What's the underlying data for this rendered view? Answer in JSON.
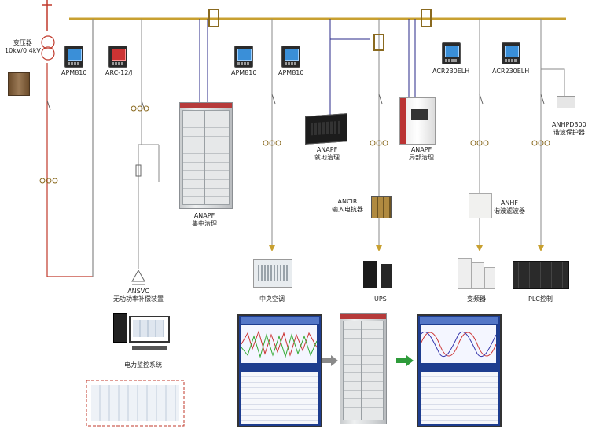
{
  "colors": {
    "bus": "#c8a030",
    "line": "#777777",
    "control": "#2a2a8a",
    "feed": "#c0392b",
    "arrow_gray": "#8a8a8a",
    "arrow_green": "#2e9b3a"
  },
  "transformer": {
    "label_line1": "变压器",
    "label_line2": "10kV/0.4kV"
  },
  "meters": {
    "apm810_a": "APM810",
    "arc12j": "ARC-12/J",
    "apm810_b": "APM810",
    "apm810_c": "APM810",
    "acr230_a": "ACR230ELH",
    "acr230_b": "ACR230ELH"
  },
  "devices": {
    "anapf_central": {
      "line1": "ANAPF",
      "line2": "集中治理"
    },
    "anapf_local": {
      "line1": "ANAPF",
      "line2": "就地治理"
    },
    "anapf_partial": {
      "line1": "ANAPF",
      "line2": "局部治理"
    },
    "ancir": {
      "line1": "ANCIR",
      "line2": "输入电抗器"
    },
    "anhf": {
      "line1": "ANHF",
      "line2": "谐波滤波器"
    },
    "anhpd300": {
      "line1": "ANHPD300",
      "line2": "谐波保护器"
    },
    "ansvc": {
      "line1": "ANSVC",
      "line2": "无功功率补偿装置"
    }
  },
  "loads": {
    "hvac": "中央空调",
    "ups": "UPS",
    "vfd": "变频器",
    "plc": "PLC控制"
  },
  "monitoring": {
    "label": "电力监控系统"
  },
  "icons": [
    "transformer-icon",
    "meter-icon",
    "cabinet-icon",
    "current-transformer-icon",
    "breaker-icon",
    "fuse-icon",
    "capacitor-icon",
    "computer-icon",
    "air-conditioner-icon",
    "ups-icon",
    "inverter-icon",
    "plc-icon",
    "arrow-right-icon"
  ]
}
